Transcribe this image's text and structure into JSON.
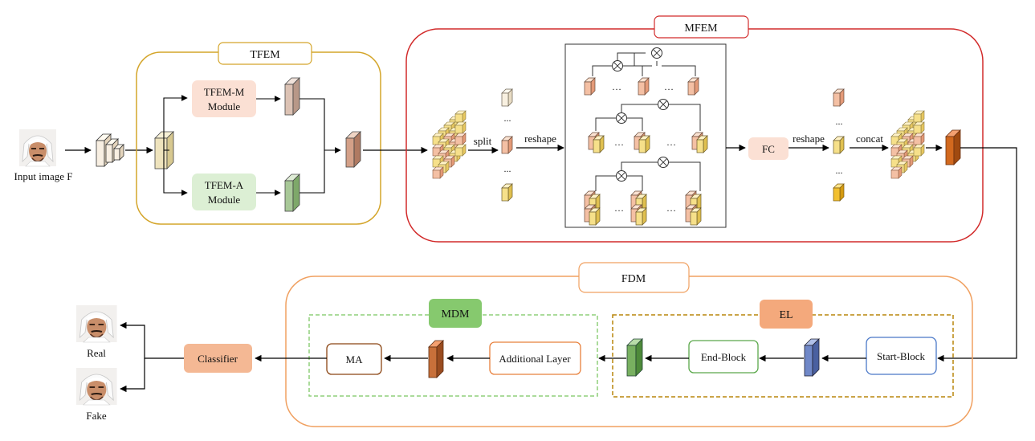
{
  "modules": {
    "tfem": "TFEM",
    "mfem": "MFEM",
    "fdm": "FDM",
    "mdm": "MDM",
    "el": "EL"
  },
  "tfem_blocks": {
    "m_line1": "TFEM-M",
    "m_line2": "Module",
    "a_line1": "TFEM-A",
    "a_line2": "Module"
  },
  "labels": {
    "input": "Input image F",
    "split": "split",
    "reshape1": "reshape",
    "fc": "FC",
    "reshape2": "reshape",
    "concat": "concat",
    "ellipsis": "...",
    "dots": "…"
  },
  "fdm_blocks": {
    "start": "Start-Block",
    "end": "End-Block",
    "additional": "Additional Layer",
    "ma": "MA",
    "classifier": "Classifier"
  },
  "outputs": {
    "real": "Real",
    "fake": "Fake"
  },
  "colors": {
    "tfem_border": "#d4a52a",
    "mfem_border": "#d22b2b",
    "fdm_border": "#f0a060",
    "mdm_border": "#8fcf7a",
    "el_border": "#b8860b",
    "tfem_m_fill": "#fbe0d4",
    "tfem_a_fill": "#dcefd4",
    "fc_fill": "#fbe0d4",
    "classifier_fill": "#f4b894",
    "mdm_fill": "#86c96e",
    "el_fill": "#f4a97c",
    "start_border": "#4a78c8",
    "end_border": "#5aa84a",
    "additional_border": "#e8803c",
    "ma_border": "#8b4513"
  },
  "icons": {
    "face": "face-photo-icon",
    "multiply": "circled-times-icon"
  }
}
